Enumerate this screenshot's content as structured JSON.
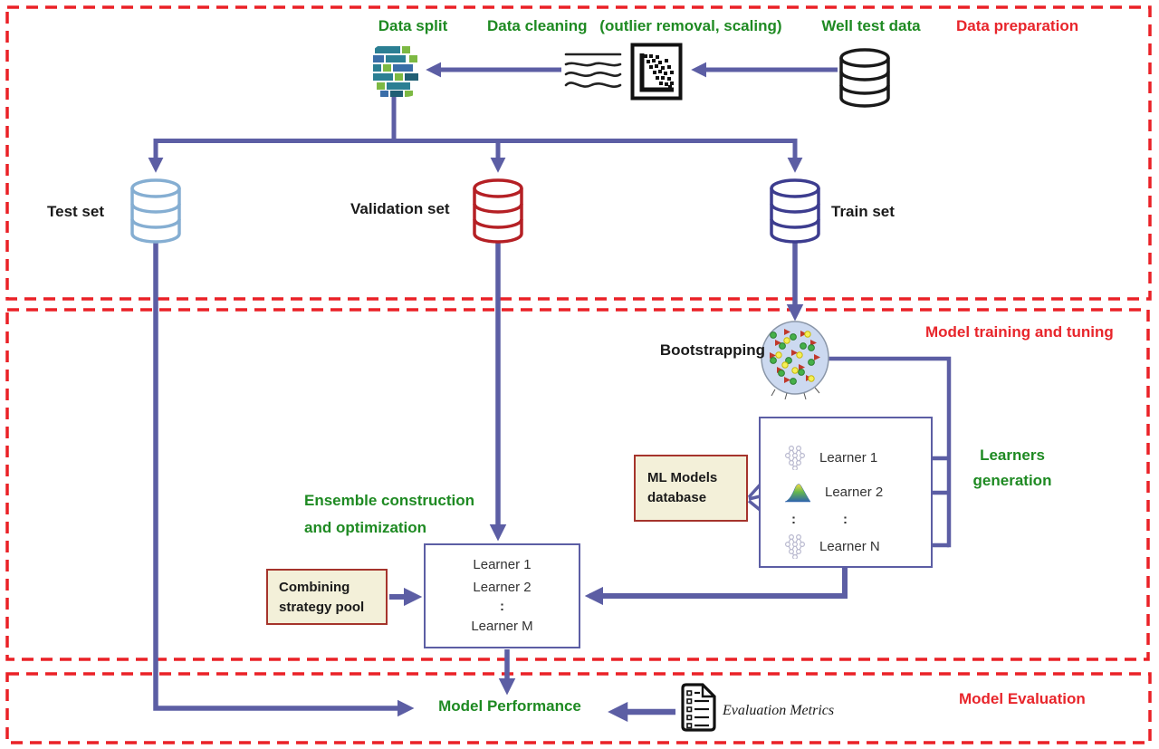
{
  "sections": {
    "data_preparation": {
      "title": "Data preparation"
    },
    "model_training": {
      "title": "Model training and tuning"
    },
    "model_evaluation": {
      "title": "Model Evaluation"
    }
  },
  "top": {
    "data_split": "Data split",
    "data_cleaning": "Data cleaning",
    "data_cleaning_detail": "(outlier removal, scaling)",
    "well_test_data": "Well test data"
  },
  "datasets": {
    "test": "Test set",
    "validation": "Validation set",
    "train": "Train set"
  },
  "training": {
    "bootstrapping": "Bootstrapping",
    "learners_generation_line1": "Learners",
    "learners_generation_line2": "generation",
    "ml_models_line1": "ML Models",
    "ml_models_line2": "database",
    "learners": [
      "Learner 1",
      "Learner 2",
      ":",
      "Learner N"
    ],
    "dots": ":",
    "ensemble_title_line1": "Ensemble construction",
    "ensemble_title_line2": "and optimization",
    "ensemble_members": [
      "Learner 1",
      "Learner 2",
      ":",
      "Learner M"
    ],
    "combining_line1": "Combining",
    "combining_line2": "strategy pool"
  },
  "evaluation": {
    "model_performance": "Model Performance",
    "metrics": "Evaluation Metrics"
  },
  "colors": {
    "arrow": "#5c5ea4",
    "section_border": "#ea2127",
    "green_text": "#1e8a22",
    "red_text": "#e8252b",
    "test_cylinder": "#85aed2",
    "validation_cylinder": "#b52025",
    "train_cylinder": "#3d3d8f",
    "well_cylinder": "#1a1a1a",
    "db_box_fill": "#f3f0d9",
    "db_box_border": "#a5342c"
  }
}
